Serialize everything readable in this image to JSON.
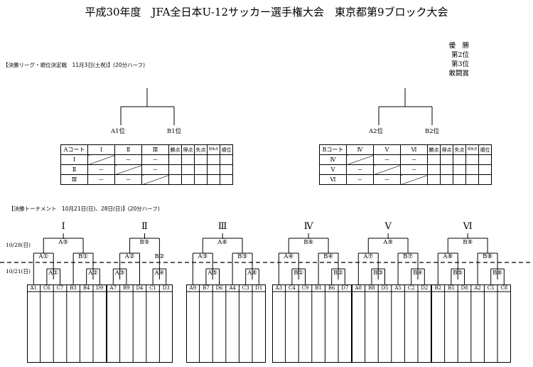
{
  "title": "平成30年度　JFA全日本U-12サッカー選手権大会　東京都第9ブロック大会",
  "prizes": [
    "優　勝",
    "第2位",
    "第3位",
    "敢闘賞"
  ],
  "league_section": "【決勝リーグ・順位決定戦　11月3日(土祝)】(20分ハーフ)",
  "tournament_section": "【決勝トーナメント　10月21日(日)、28日(日)】(20分ハーフ)",
  "leagues": [
    {
      "places": [
        "A1位",
        "B1位"
      ],
      "header": [
        "Aコート",
        "Ⅰ",
        "Ⅱ",
        "Ⅲ",
        "勝点",
        "得点",
        "失点",
        "得失点",
        "順位"
      ],
      "rows": [
        {
          "label": "Ⅰ",
          "cells": [
            "",
            "－",
            "－"
          ]
        },
        {
          "label": "Ⅱ",
          "cells": [
            "－",
            "",
            "－"
          ]
        },
        {
          "label": "Ⅲ",
          "cells": [
            "－",
            "－",
            ""
          ]
        }
      ]
    },
    {
      "places": [
        "A2位",
        "B2位"
      ],
      "header": [
        "Bコート",
        "Ⅳ",
        "Ⅴ",
        "Ⅵ",
        "勝点",
        "得点",
        "失点",
        "得失点",
        "順位"
      ],
      "rows": [
        {
          "label": "Ⅳ",
          "cells": [
            "",
            "－",
            "－"
          ]
        },
        {
          "label": "Ⅴ",
          "cells": [
            "－",
            "",
            "－"
          ]
        },
        {
          "label": "Ⅵ",
          "cells": [
            "－",
            "－",
            ""
          ]
        }
      ]
    }
  ],
  "dates": [
    "10/28(日)",
    "10/21(日)"
  ],
  "groups": [
    {
      "roman": "Ⅰ",
      "final": "A⑤",
      "semis": [
        "A①",
        "B①"
      ],
      "r1": [
        "A①",
        "A②"
      ],
      "teams": [
        "A1",
        "C6",
        "C7",
        "B3",
        "B4",
        "D9"
      ]
    },
    {
      "roman": "Ⅱ",
      "final": "B⑤",
      "semis": [
        "A②",
        "B②"
      ],
      "r1": [
        "A③",
        "A④"
      ],
      "teams": [
        "A7",
        "B9",
        "D4",
        "C1",
        "D3"
      ]
    },
    {
      "roman": "Ⅲ",
      "final": "A⑥",
      "semis": [
        "A③",
        "B③"
      ],
      "r1": [
        "A⑤",
        "A⑥"
      ],
      "teams": [
        "A9",
        "B7",
        "D6",
        "A4",
        "C3",
        "D1"
      ]
    },
    {
      "roman": "Ⅳ",
      "final": "B⑥",
      "semis": [
        "A④",
        "B④"
      ],
      "r1": [
        "B①",
        "B②"
      ],
      "teams": [
        "A3",
        "C4",
        "C9",
        "B1",
        "B6",
        "D7"
      ]
    },
    {
      "roman": "Ⅴ",
      "final": "A⑨",
      "semis": [
        "A⑦",
        "B⑦"
      ],
      "r1": [
        "B③",
        "B④"
      ],
      "teams": [
        "A8",
        "B8",
        "D5",
        "A5",
        "C2",
        "D2"
      ]
    },
    {
      "roman": "Ⅵ",
      "final": "B⑨",
      "semis": [
        "A⑧",
        "B⑧"
      ],
      "r1": [
        "B⑤",
        "B⑥"
      ],
      "teams": [
        "B2",
        "B5",
        "D8",
        "A2",
        "C5",
        "C8"
      ]
    }
  ]
}
